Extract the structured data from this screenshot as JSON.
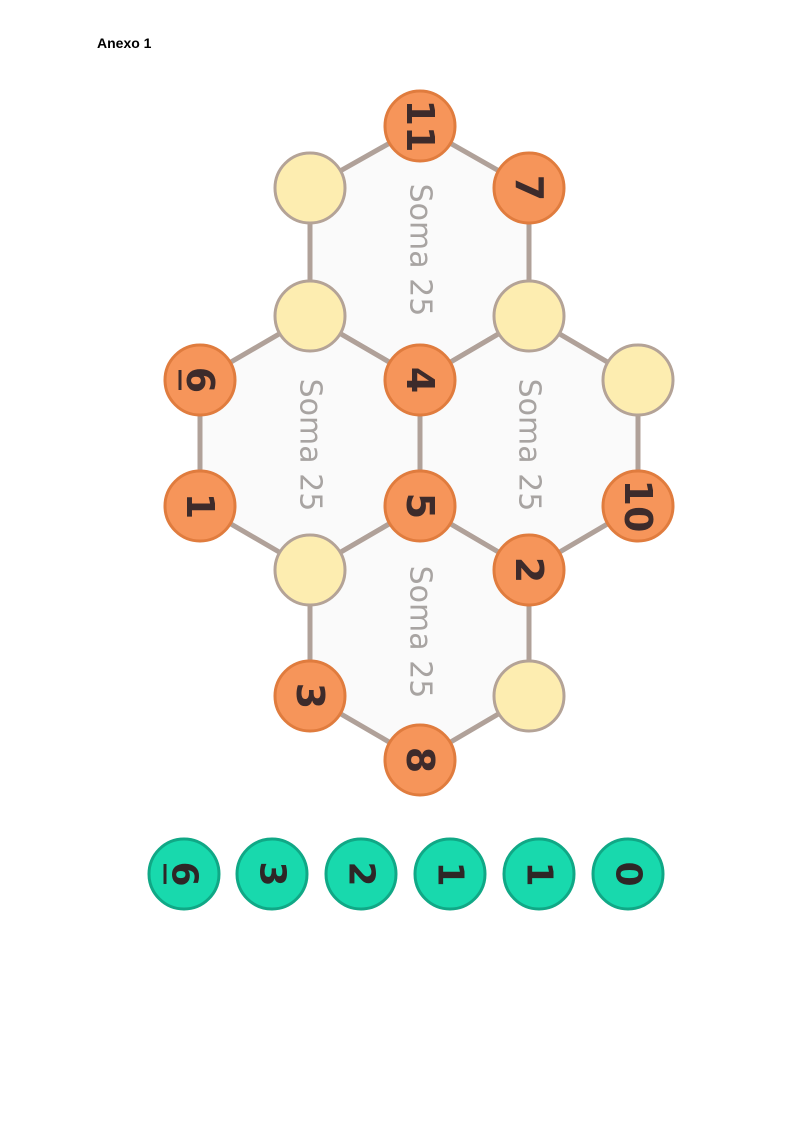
{
  "header": {
    "title": "Anexo 1"
  },
  "colors": {
    "orange_fill": "#f6955a",
    "orange_stroke": "#e07c3e",
    "yellow_fill": "#fdedb0",
    "yellow_stroke": "#b4a397",
    "line": "#b0a199",
    "hex_fill": "#fafafa",
    "token_fill": "#18d9ad",
    "token_stroke": "#10a886"
  },
  "hexes": [
    {
      "label": "Soma 25"
    },
    {
      "label": "Soma 25"
    },
    {
      "label": "Soma 25"
    },
    {
      "label": "Soma 25"
    }
  ],
  "nodes": [
    {
      "id": "n11",
      "value": "11",
      "filled": true
    },
    {
      "id": "nA",
      "value": "",
      "filled": false
    },
    {
      "id": "n7",
      "value": "7",
      "filled": true
    },
    {
      "id": "nB",
      "value": "",
      "filled": false
    },
    {
      "id": "nC",
      "value": "",
      "filled": false
    },
    {
      "id": "n6",
      "value": "6",
      "filled": true,
      "underline": true
    },
    {
      "id": "n4",
      "value": "4",
      "filled": true
    },
    {
      "id": "nD",
      "value": "",
      "filled": false
    },
    {
      "id": "n1",
      "value": "1",
      "filled": true
    },
    {
      "id": "n5",
      "value": "5",
      "filled": true
    },
    {
      "id": "n10",
      "value": "10",
      "filled": true
    },
    {
      "id": "nE",
      "value": "",
      "filled": false
    },
    {
      "id": "n2",
      "value": "2",
      "filled": true
    },
    {
      "id": "n3",
      "value": "3",
      "filled": true
    },
    {
      "id": "nF",
      "value": "",
      "filled": false
    },
    {
      "id": "n8",
      "value": "8",
      "filled": true
    }
  ],
  "tokens": [
    {
      "value": "6",
      "underline": true
    },
    {
      "value": "3"
    },
    {
      "value": "2"
    },
    {
      "value": "1"
    },
    {
      "value": "1"
    },
    {
      "value": "0"
    }
  ]
}
